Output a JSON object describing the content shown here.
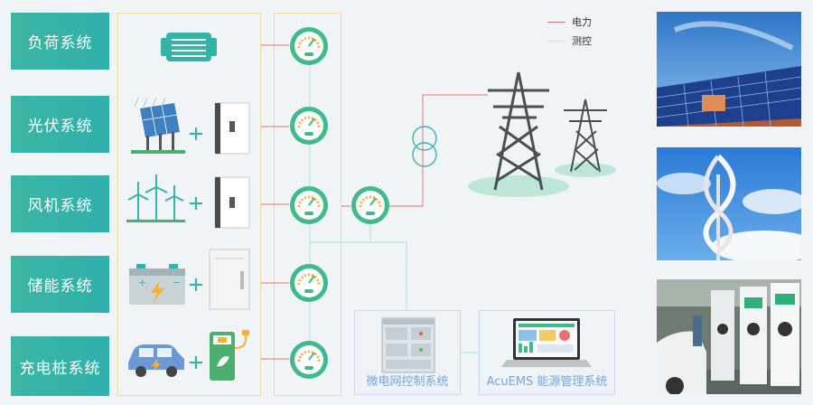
{
  "systems": [
    {
      "label": "负荷系统"
    },
    {
      "label": "光伏系统"
    },
    {
      "label": "风机系统"
    },
    {
      "label": "储能系统"
    },
    {
      "label": "充电桩系统"
    }
  ],
  "legend": {
    "power_label": "电力",
    "control_label": "测控",
    "power_color": "#e8726f",
    "control_color": "#b9e6dc"
  },
  "bottom_systems": {
    "microgrid_label": "微电网控制系统",
    "ems_label": "AcuEMS 能源管理系统"
  },
  "colors": {
    "accent_teal": "#35b3a8",
    "meter_green": "#3fba8a",
    "panel_border": "#f0d8a0",
    "label_blue": "#7aa4d8"
  }
}
